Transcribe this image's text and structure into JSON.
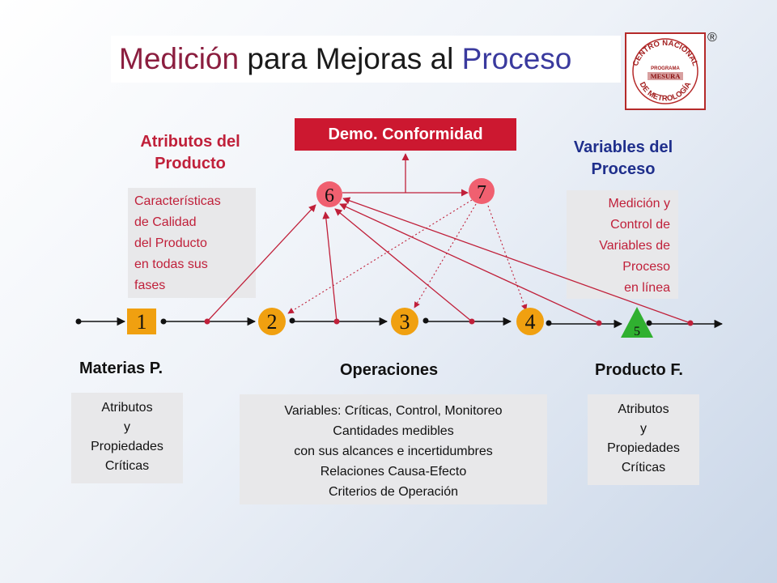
{
  "title": {
    "part1": "Medición",
    "part2": " para Mejoras al ",
    "part3": "Proceso",
    "registered": "®"
  },
  "logo": {
    "top_text": "CENTRO NACIONAL",
    "program": "PROGRAMA",
    "name": "MESURA",
    "bottom_text": "DE METROLOGÍA"
  },
  "demo_box": "Demo. Conformidad",
  "atributos_producto": {
    "heading_line1": "Atributos del",
    "heading_line2": "Producto",
    "lines": [
      "Características",
      "de Calidad",
      "del Producto",
      "en todas sus",
      "fases"
    ]
  },
  "variables_proceso": {
    "heading_line1": "Variables del",
    "heading_line2": "Proceso",
    "lines": [
      "Medición y",
      "Control de",
      "Variables de",
      "Proceso",
      "en línea"
    ]
  },
  "nodes": {
    "n1": "1",
    "n2": "2",
    "n3": "3",
    "n4": "4",
    "n5": "5",
    "n6": "6",
    "n7": "7"
  },
  "labels": {
    "materias": "Materias P.",
    "operaciones": "Operaciones",
    "producto": "Producto F."
  },
  "materias_box": [
    "Atributos",
    "y",
    "Propiedades",
    "Críticas"
  ],
  "operaciones_box": [
    "Variables: Críticas, Control, Monitoreo",
    "Cantidades medibles",
    "con sus alcances e incertidumbres",
    "Relaciones Causa-Efecto",
    "Criterios de Operación"
  ],
  "producto_box": [
    "Atributos",
    "y",
    "Propiedades",
    "Críticas"
  ],
  "colors": {
    "accent_red": "#cc1830",
    "title_red": "#8b1e3f",
    "title_blue": "#3a3a9e",
    "heading_blue": "#1f2f8c",
    "node_orange": "#f0a010",
    "node_pink": "#f06070",
    "node_green": "#30b030"
  }
}
